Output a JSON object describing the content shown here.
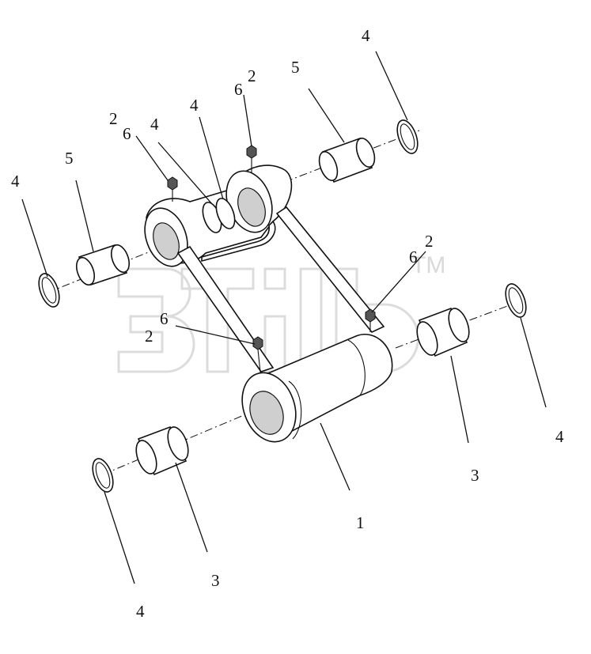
{
  "diagram": {
    "callouts": [
      "1",
      "2",
      "2",
      "2",
      "2",
      "3",
      "3",
      "4",
      "4",
      "4",
      "4",
      "4",
      "4",
      "5",
      "5",
      "6",
      "6",
      "6",
      "6"
    ],
    "watermark_mark": "TM"
  }
}
